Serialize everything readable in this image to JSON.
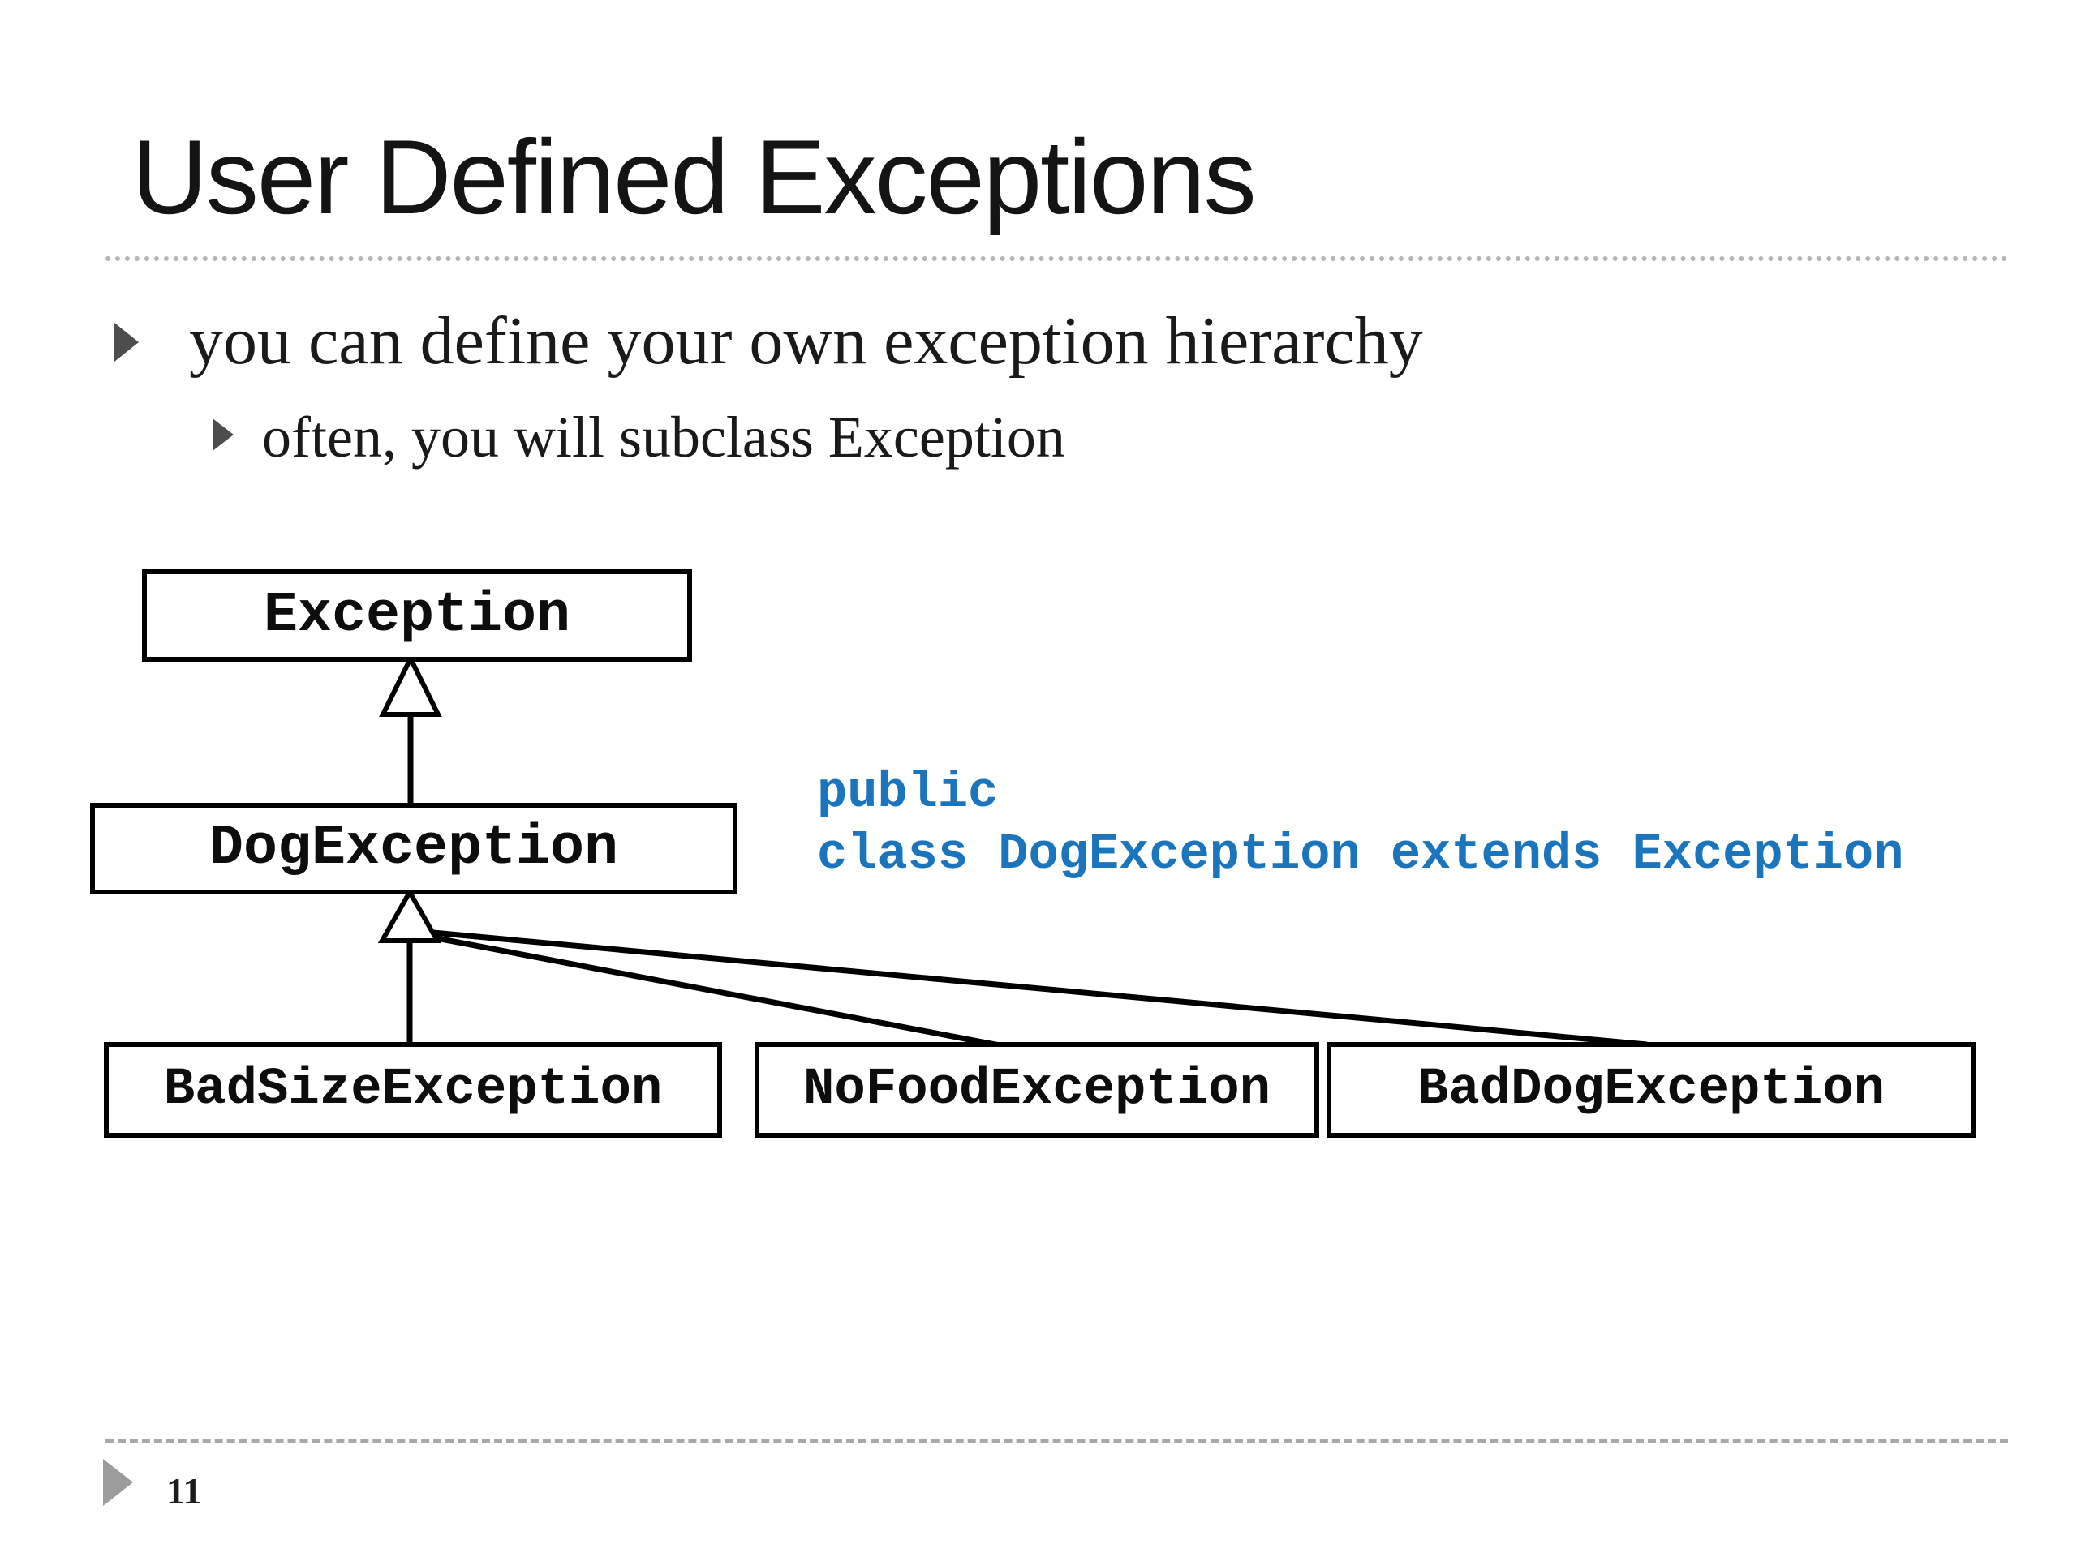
{
  "slide": {
    "title": "User Defined Exceptions",
    "bullets": [
      {
        "level": 1,
        "text": "you can define your own exception hierarchy"
      },
      {
        "level": 2,
        "text": "often, you will subclass Exception"
      }
    ],
    "page_number": "11"
  },
  "diagram": {
    "nodes": [
      {
        "id": "exception",
        "label": "Exception"
      },
      {
        "id": "dog",
        "label": "DogException"
      },
      {
        "id": "badsize",
        "label": "BadSizeException"
      },
      {
        "id": "nofood",
        "label": "NoFoodException"
      },
      {
        "id": "baddog",
        "label": "BadDogException"
      }
    ],
    "edges": [
      {
        "from": "DogException",
        "to": "Exception",
        "type": "inheritance"
      },
      {
        "from": "BadSizeException",
        "to": "DogException",
        "type": "inheritance"
      },
      {
        "from": "NoFoodException",
        "to": "DogException",
        "type": "inheritance"
      },
      {
        "from": "BadDogException",
        "to": "DogException",
        "type": "inheritance"
      }
    ],
    "code": {
      "line1": "public",
      "line2": "class DogException extends Exception"
    }
  },
  "colors": {
    "code_blue": "#1b75bc",
    "text_black": "#141414",
    "bullet_marker_gray": "#4d4d4d",
    "pager_gray": "#9c9c9c",
    "separator_gray": "#b5b5b5"
  }
}
